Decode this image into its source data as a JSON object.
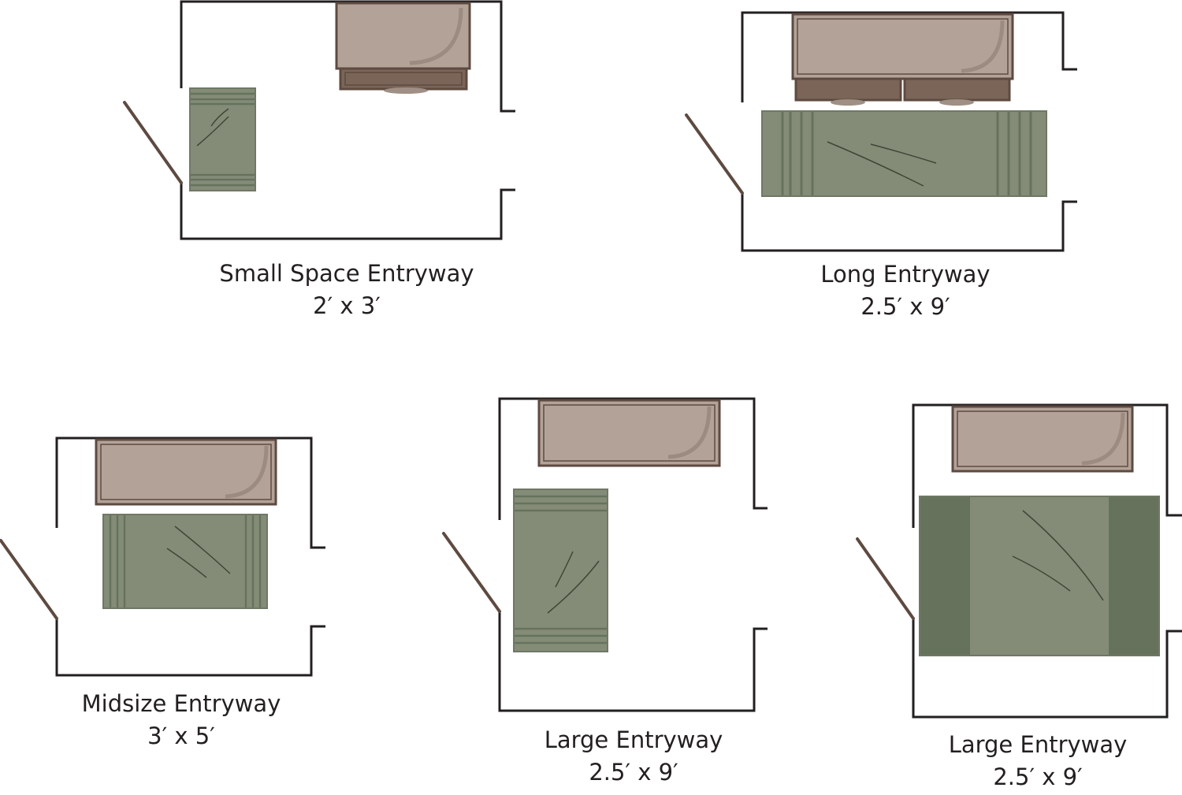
{
  "colors": {
    "wall": "#231f20",
    "door": "#5e4a40",
    "furniture_top": "#b3a297",
    "furniture_edge": "#5e4a40",
    "drawer": "#7a6558",
    "rug": "#848c78",
    "rug_stripe": "#67725c",
    "rug_line": "#3f4636",
    "background": "#ffffff"
  },
  "layouts": [
    {
      "name": "Small Space Entryway",
      "size": "2′ x 3′"
    },
    {
      "name": "Long Entryway",
      "size": "2.5′ x 9′"
    },
    {
      "name": "Midsize Entryway",
      "size": "3′ x 5′"
    },
    {
      "name": "Large Entryway",
      "size": "2.5′ x 9′"
    },
    {
      "name": "Large Entryway",
      "size": "2.5′ x 9′"
    }
  ]
}
